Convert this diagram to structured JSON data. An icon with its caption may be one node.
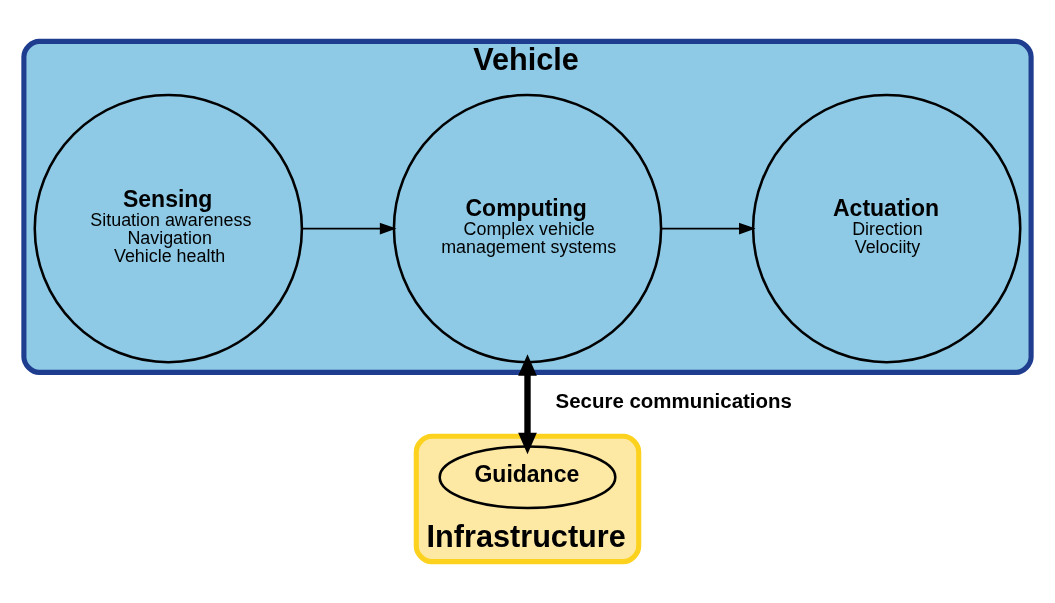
{
  "diagram": {
    "nodes": [
      {
        "text": [
          "Vehicle"
        ]
      },
      {
        "text": [
          "Sensing",
          "Situation awareness",
          "Navigation",
          "Vehicle health"
        ],
        "in": 0
      },
      {
        "text": [
          "Computing",
          "Complex vehicle management systems"
        ],
        "in": 0
      },
      {
        "text": [
          "Actuation",
          "Direction",
          "Velociity"
        ],
        "in": 0
      },
      {
        "text": [
          "Infrastructure"
        ]
      },
      {
        "text": [
          "Guidance"
        ],
        "in": 4
      }
    ],
    "edges": [
      {
        "from": 1,
        "to": 2,
        "arrow": "to"
      },
      {
        "from": 2,
        "to": 3,
        "arrow": "to"
      },
      {
        "from": 2,
        "to": 5,
        "arrow": "both",
        "label": "Secure communications",
        "style": "thick"
      }
    ]
  }
}
